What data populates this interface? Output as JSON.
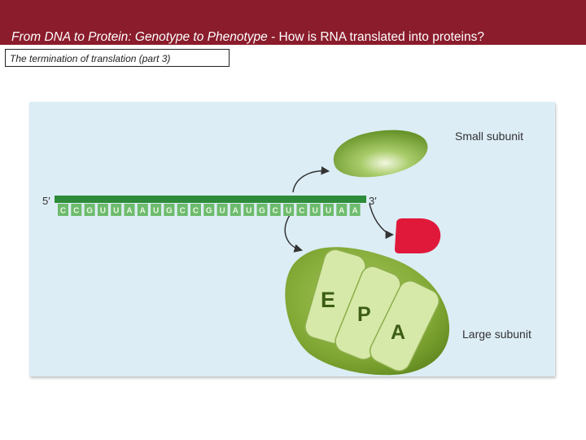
{
  "header": {
    "title_italic": "From DNA to Protein: Genotype to Phenotype",
    "title_rest": " - How is RNA translated into proteins?",
    "subtitle": "The termination of translation (part 3)"
  },
  "figure": {
    "small_subunit_label": "Small subunit",
    "large_subunit_label": "Large subunit",
    "five_prime": "5′",
    "three_prime": "3′",
    "sequence": [
      "C",
      "C",
      "G",
      "U",
      "U",
      "A",
      "A",
      "U",
      "G",
      "C",
      "C",
      "G",
      "U",
      "A",
      "U",
      "G",
      "C",
      "U",
      "C",
      "U",
      "U",
      "A",
      "A"
    ],
    "sites": [
      "E",
      "P",
      "A"
    ]
  },
  "colors": {
    "header": "#8a1c2b",
    "figure_bg": "#dcedf6",
    "mrna_strand": "#2e8b3a",
    "nucleotide": "#6dbb6c",
    "release_factor": "#e0193a",
    "ribosome": "#7fa834"
  }
}
